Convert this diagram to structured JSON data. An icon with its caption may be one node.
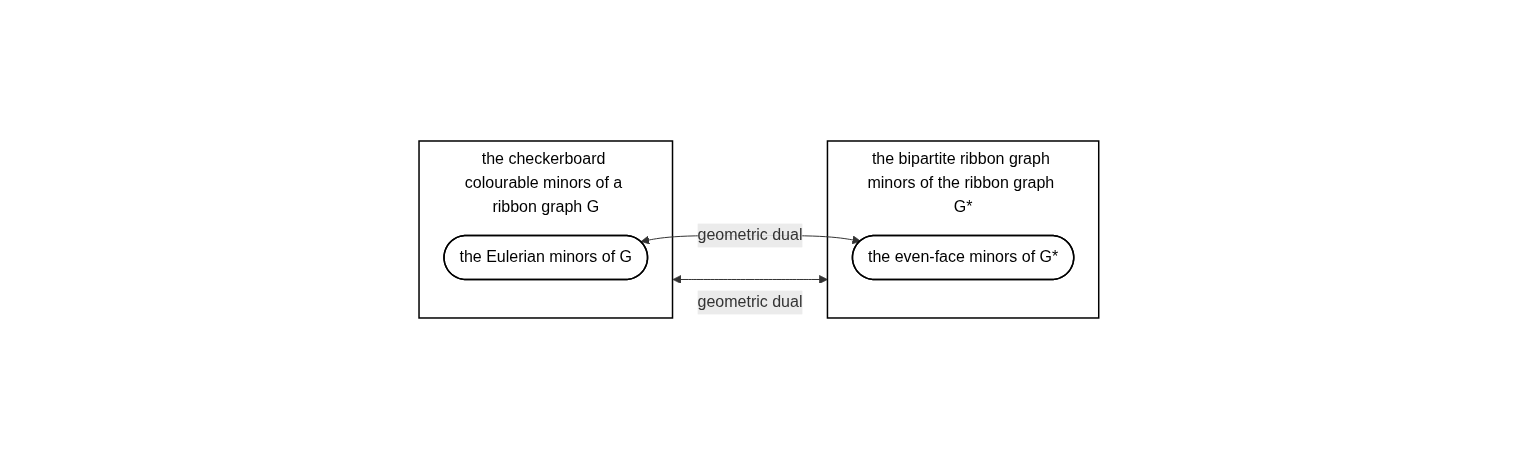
{
  "diagram": {
    "nodes": [
      {
        "text": [
          "the checkerboard colourable minors of a ribbon graph G"
        ]
      },
      {
        "text": [
          "the Eulerian minors of G"
        ],
        "in": 0
      },
      {
        "text": [
          "the bipartite ribbon graph minors of the ribbon graph G*"
        ]
      },
      {
        "text": [
          "the even-face minors of G*"
        ],
        "in": 2
      }
    ],
    "edges": [
      {
        "from": 0,
        "to": 2,
        "arrow": "both",
        "label": "geometric dual"
      },
      {
        "from": 1,
        "to": 3,
        "arrow": "both",
        "label": "geometric dual"
      }
    ]
  }
}
